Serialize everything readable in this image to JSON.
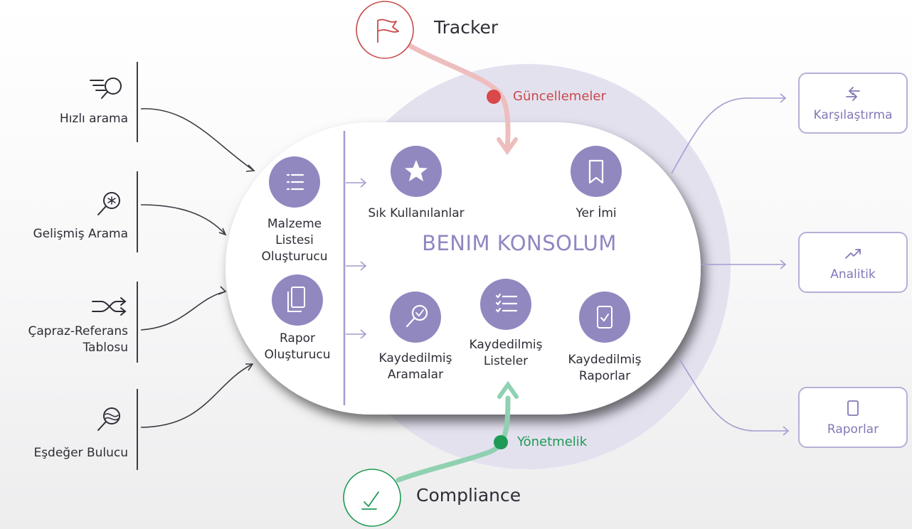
{
  "title": "BENIM KONSOLUM",
  "top_node": {
    "label": "Tracker",
    "flow_label": "Güncellemeler"
  },
  "bottom_node": {
    "label": "Compliance",
    "flow_label": "Yönetmelik"
  },
  "left_tools": [
    {
      "label": "Hızlı arama",
      "icon": "quick-search-icon"
    },
    {
      "label": "Gelişmiş Arama",
      "icon": "advanced-search-icon"
    },
    {
      "label_line1": "Çapraz-Referans",
      "label_line2": "Tablosu",
      "icon": "cross-reference-icon"
    },
    {
      "label": "Eşdeğer Bulucu",
      "icon": "equivalent-finder-icon"
    }
  ],
  "builders": [
    {
      "line1": "Malzeme",
      "line2": "Listesi",
      "line3": "Oluşturucu",
      "icon": "list-icon"
    },
    {
      "line1": "Rapor",
      "line2": "Oluşturucu",
      "icon": "copy-document-icon"
    }
  ],
  "features": [
    {
      "label": "Sık Kullanılanlar",
      "icon": "star-icon"
    },
    {
      "label": "Yer İmi",
      "icon": "bookmark-icon"
    },
    {
      "line1": "Kaydedilmiş",
      "line2": "Aramalar",
      "icon": "saved-search-icon"
    },
    {
      "line1": "Kaydedilmiş",
      "line2": "Listeler",
      "icon": "checklist-icon"
    },
    {
      "line1": "Kaydedilmiş",
      "line2": "Raporlar",
      "icon": "saved-report-icon"
    }
  ],
  "outputs": [
    {
      "label": "Karşılaştırma",
      "icon": "compare-arrows-icon"
    },
    {
      "label": "Analitik",
      "icon": "trend-icon"
    },
    {
      "label": "Raporlar",
      "icon": "document-icon"
    }
  ],
  "colors": {
    "purple": "#9288c0",
    "light_purple": "#b6afd8",
    "tracker_red": "#c84a4a",
    "compliance_green": "#1f9a55",
    "dark_text": "#2d2d36"
  }
}
